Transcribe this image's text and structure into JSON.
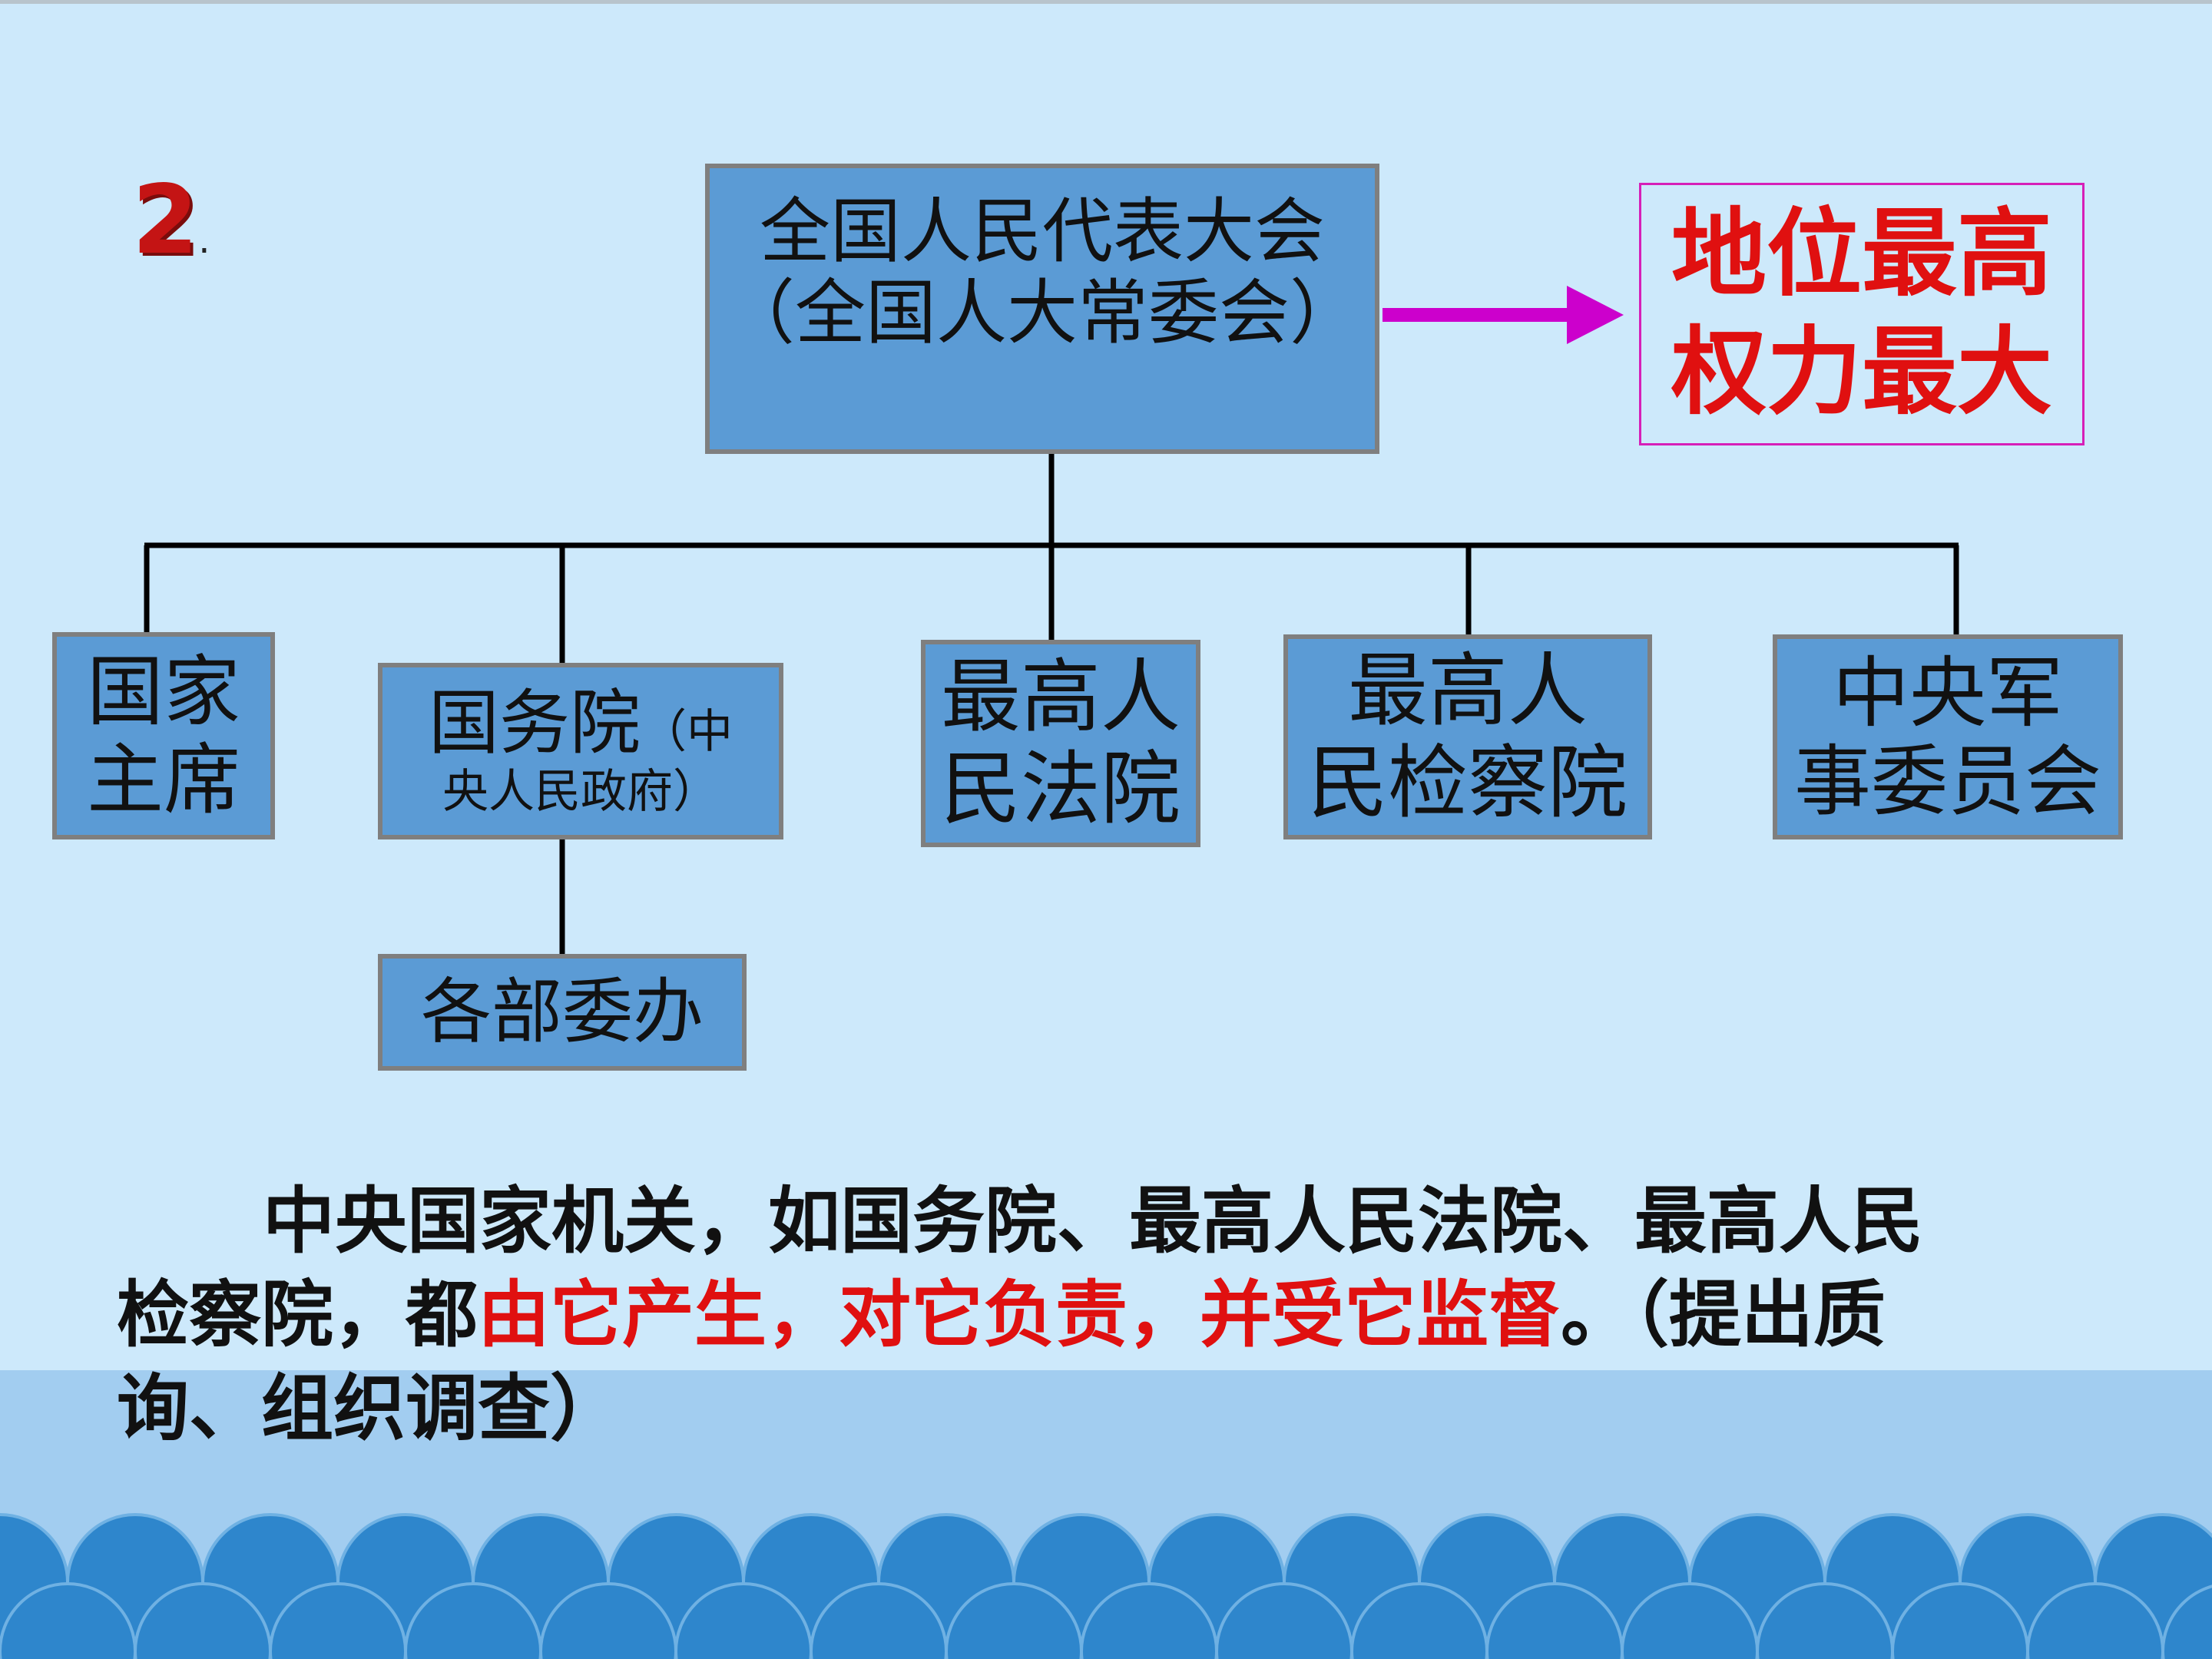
{
  "slide": {
    "number": "2",
    "number_suffix": ".",
    "colors": {
      "background": "#cde9fb",
      "box_fill": "#5b9bd5",
      "box_border": "#7f7f7f",
      "arrow": "#cc00cc",
      "highlight_red": "#e01010",
      "wave_dark": "#2e86cc"
    }
  },
  "diagram": {
    "top": {
      "line1": "全国人民代表大会",
      "line2": "（全国人大常委会）"
    },
    "position": {
      "line1": "地位最高",
      "line2": "权力最大"
    },
    "branches": {
      "chairman": {
        "line1": "国家",
        "line2": "主席"
      },
      "state_council": {
        "main": "国务院",
        "paren_open": "（中",
        "line2": "央人民政府）"
      },
      "court": {
        "line1": "最高人",
        "line2": "民法院"
      },
      "procuratorate": {
        "line1": "最高人",
        "line2": "民检察院"
      },
      "military": {
        "line1": "中央军",
        "line2": "事委员会"
      }
    },
    "sub": {
      "ministries": "各部委办"
    }
  },
  "note": {
    "part1": "中央国家机关，如国务院、最高人民法院、最高人民检察院，都",
    "highlight": "由它产生，对它负责，并受它监督",
    "part2": "。（提出质询、组织调查）"
  }
}
